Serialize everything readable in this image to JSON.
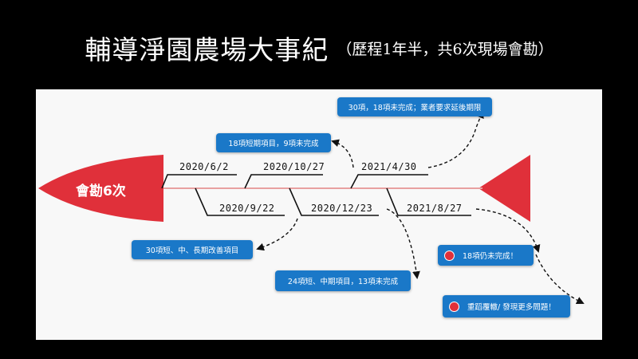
{
  "title": {
    "main": "輔導淨園農場大事紀",
    "sub": "（歷程1年半，共6次現場會勘）"
  },
  "head_label": "會勘6次",
  "dates_top": [
    "2020/6/2",
    "2020/10/27",
    "2021/4/30"
  ],
  "dates_bottom": [
    "2020/9/22",
    "2020/12/23",
    "2021/8/27"
  ],
  "callouts": {
    "c_extend": "30項，18項未完成；業者要求延後期限",
    "c_short": "18項短期項目，9項未完成",
    "c_longterm": "30項短、中、長期改善項目",
    "c_mid": "24項短、中期項目，13項未完成",
    "c_remain": "18項仍未完成！",
    "c_repeat": "重蹈覆轍/ 發現更多問題！"
  },
  "colors": {
    "fish_red": "#e0303a",
    "spine": "#e8a0a0",
    "callout_blue": "#1a78c8",
    "background": "#000000",
    "panel": "#f8f8f8"
  }
}
